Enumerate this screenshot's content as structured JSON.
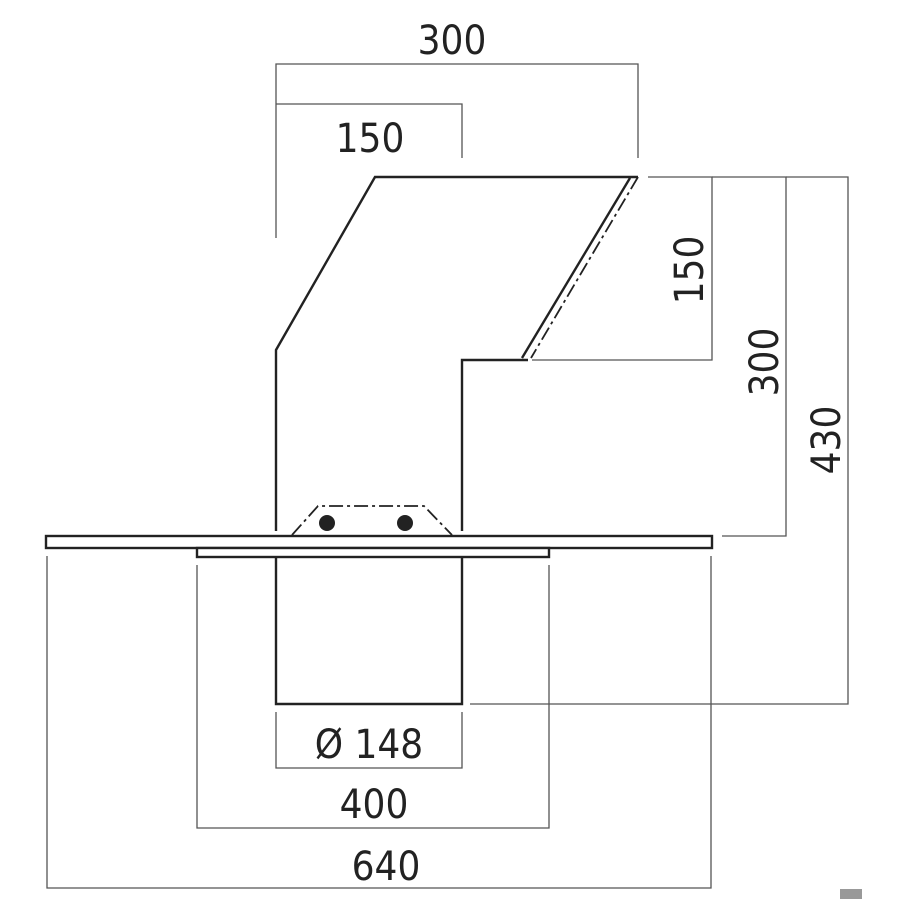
{
  "dimensions": {
    "top_overall": "300",
    "top_half": "150",
    "right_slope_height": "150",
    "right_body_height": "300",
    "right_total_height": "430",
    "duct_diameter": "Ø 148",
    "canopy_width": "400",
    "plate_width": "640"
  },
  "colors": {
    "line": "#222222",
    "dimension_line": "#555555",
    "background": "#ffffff",
    "corner_mark": "#999999"
  }
}
